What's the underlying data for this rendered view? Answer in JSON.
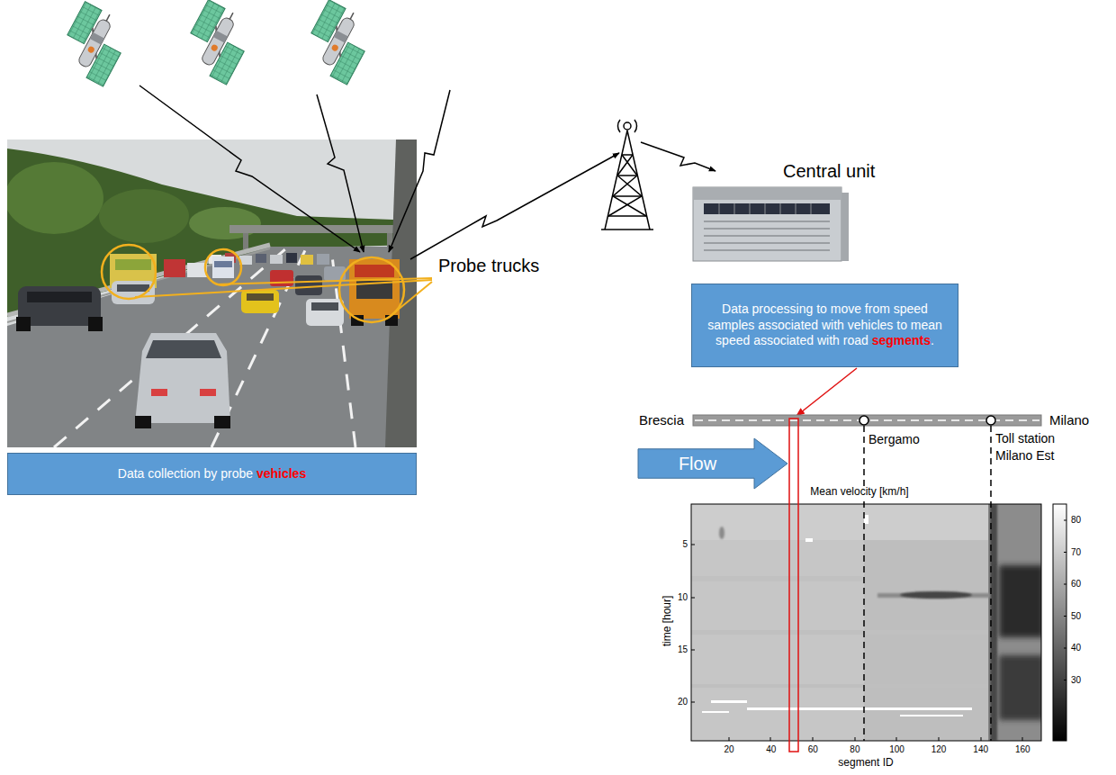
{
  "diagram": {
    "nodes": [
      {
        "text": [
          "Data processing to move from speed samples associated with vehicles to mean speed associated with road segments."
        ]
      },
      {
        "text": [
          "Data collection by probe vehicles"
        ]
      },
      {
        "text": [
          "Flow"
        ]
      }
    ],
    "labels": [
      "Probe trucks",
      "Central unit",
      "Brescia",
      "Milano",
      "Bergamo",
      "Toll station Milano Est",
      "Mean velocity [km/h]",
      "time [hour]",
      "5",
      "10",
      "15",
      "20",
      "20",
      "40",
      "60",
      "80",
      "100",
      "120",
      "140",
      "160",
      "segment ID",
      "80",
      "70",
      "60",
      "50",
      "40",
      "30"
    ]
  }
}
